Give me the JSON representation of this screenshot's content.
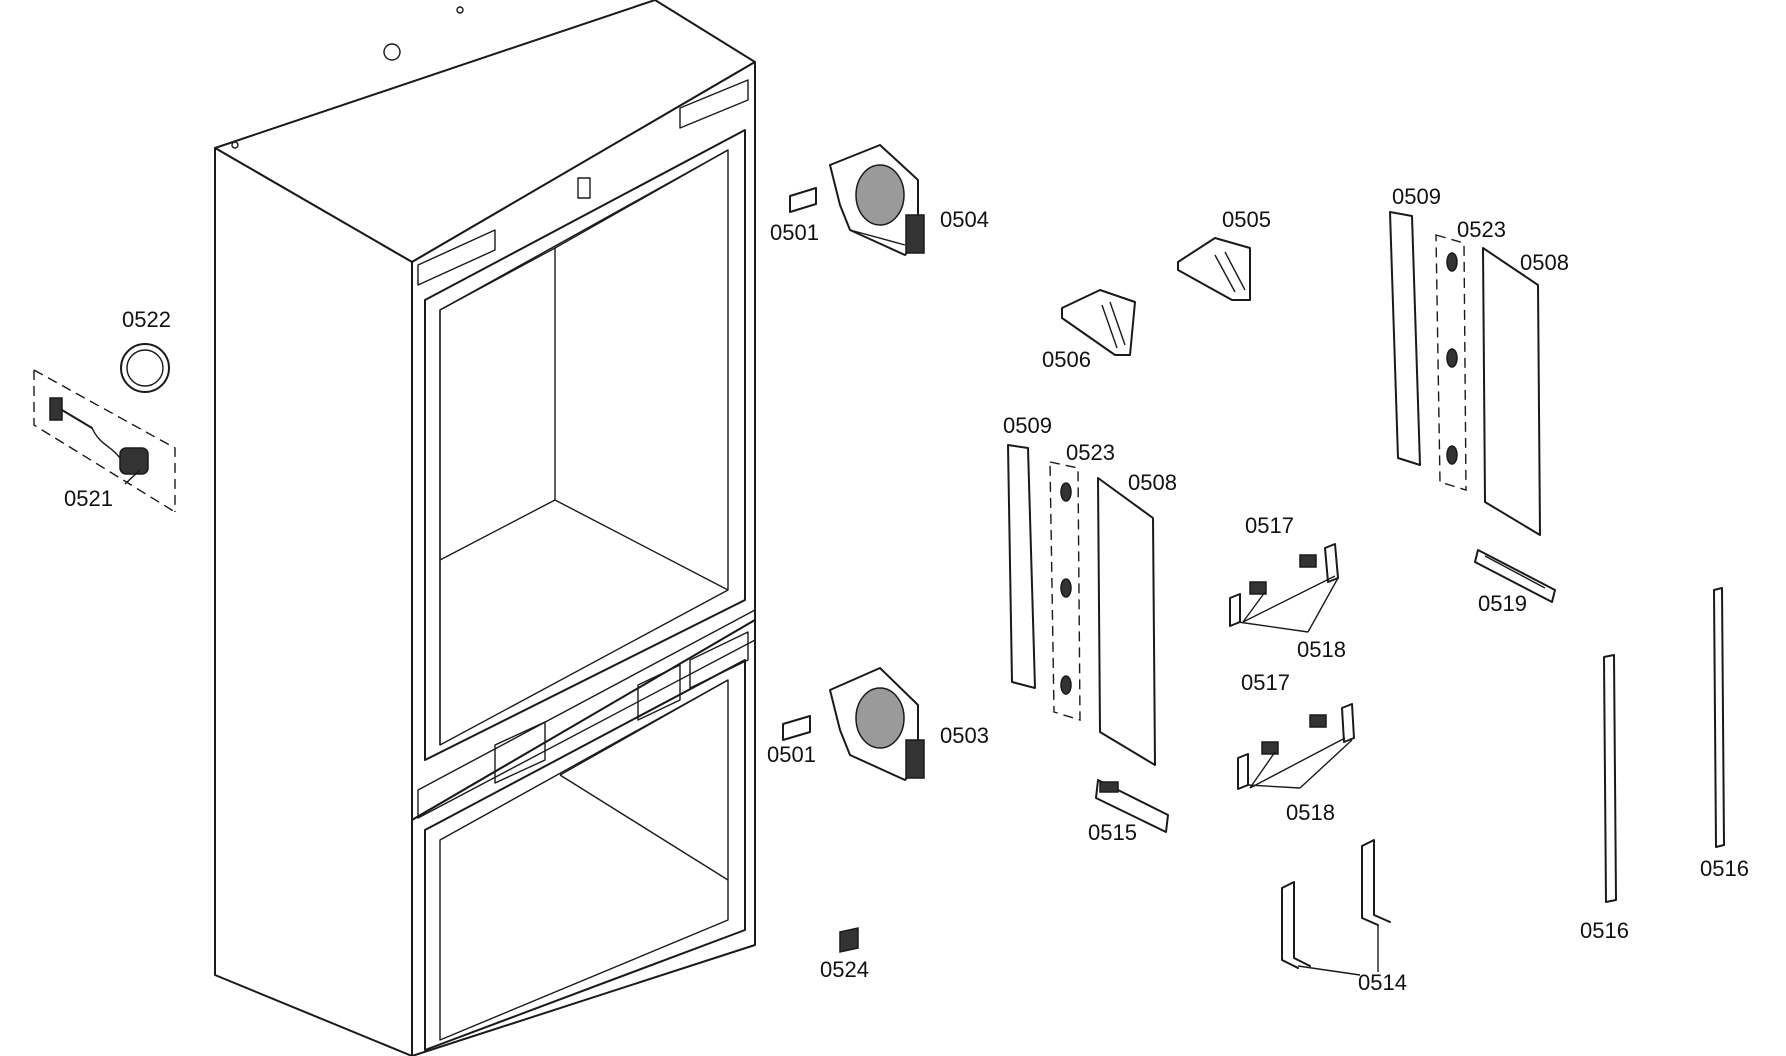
{
  "labels": {
    "p0501a": "0501",
    "p0501b": "0501",
    "p0503": "0503",
    "p0504": "0504",
    "p0505": "0505",
    "p0506": "0506",
    "p0508a": "0508",
    "p0508b": "0508",
    "p0509a": "0509",
    "p0509b": "0509",
    "p0514": "0514",
    "p0515": "0515",
    "p0516a": "0516",
    "p0516b": "0516",
    "p0517a": "0517",
    "p0517b": "0517",
    "p0518a": "0518",
    "p0518b": "0518",
    "p0519": "0519",
    "p0521": "0521",
    "p0522": "0522",
    "p0523a": "0523",
    "p0523b": "0523",
    "p0524": "0524"
  }
}
